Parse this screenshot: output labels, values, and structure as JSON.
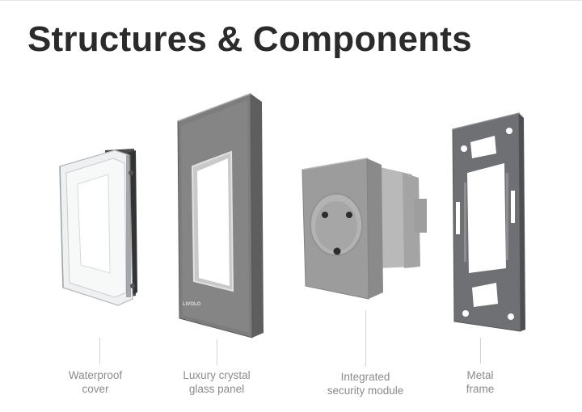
{
  "title": "Structures & Components",
  "brand_mark": "LIVOLO",
  "components": [
    {
      "id": "waterproof-cover",
      "icon": "waterproof-cover-icon",
      "line1": "Waterproof",
      "line2": "cover"
    },
    {
      "id": "glass-panel",
      "icon": "glass-panel-icon",
      "line1": "Luxury crystal",
      "line2": "glass panel"
    },
    {
      "id": "security-module",
      "icon": "socket-module-icon",
      "line1": "Integrated",
      "line2": "security module"
    },
    {
      "id": "metal-frame",
      "icon": "metal-frame-icon",
      "line1": "Metal",
      "line2": "frame"
    }
  ],
  "colors": {
    "title": "#2b2b2b",
    "caption": "#8b8b8b",
    "panel_gray": "#7b7b7b",
    "module_gray": "#9a9a9a"
  }
}
